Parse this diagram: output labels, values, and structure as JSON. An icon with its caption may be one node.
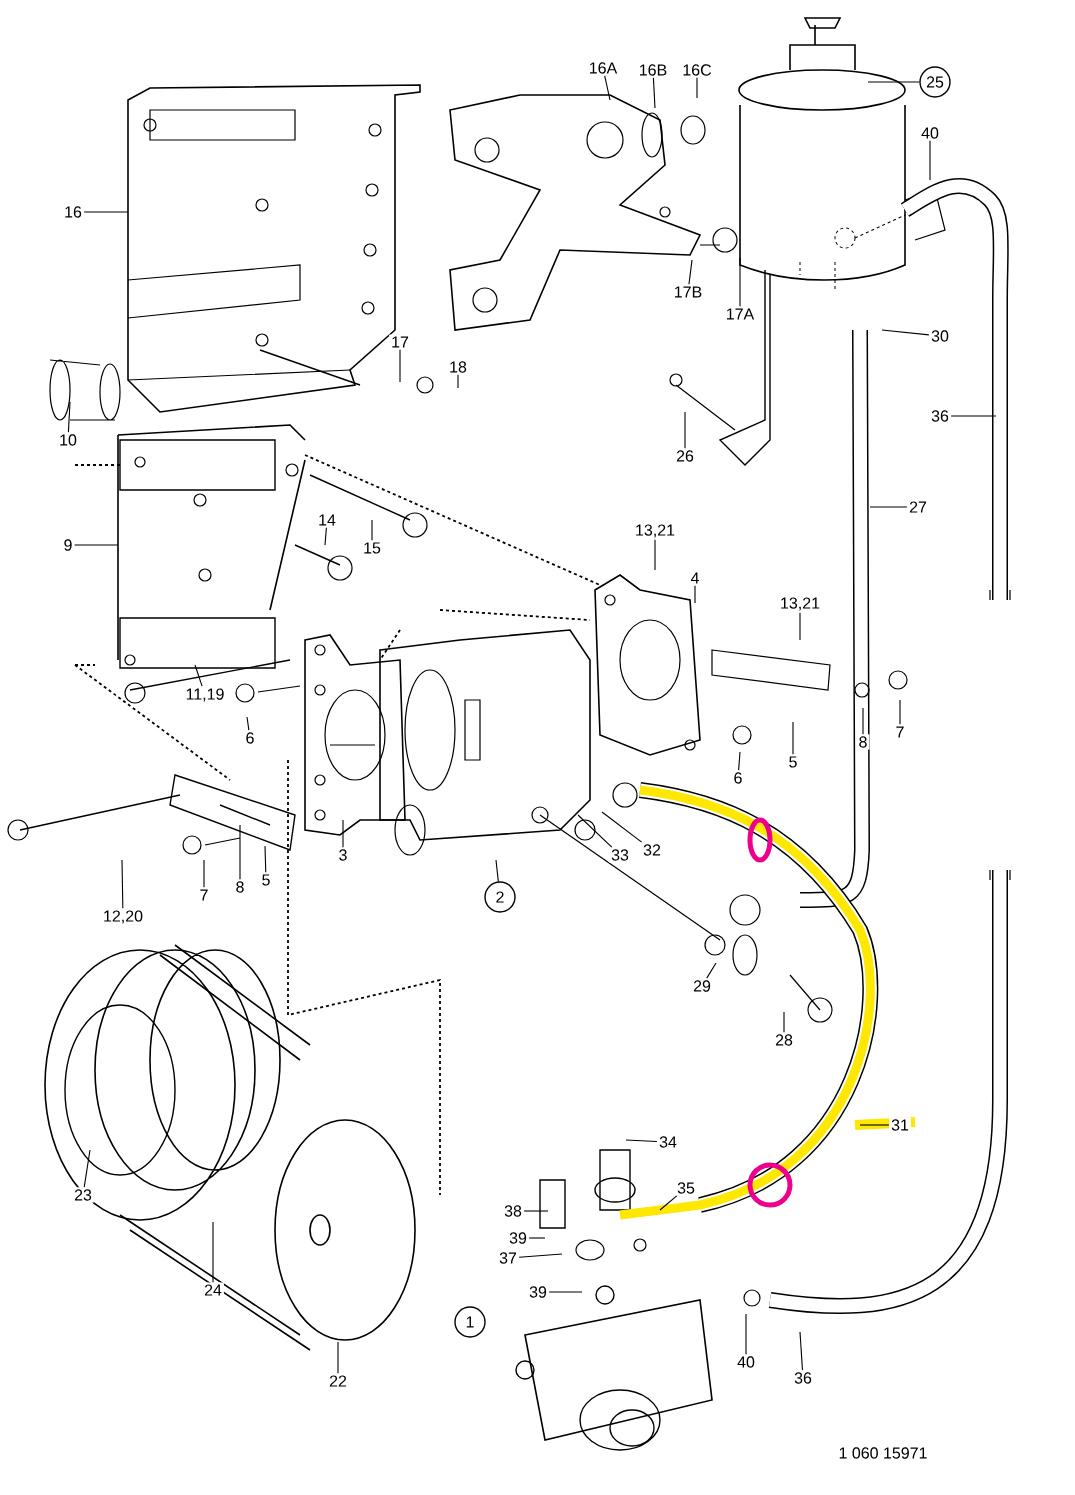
{
  "diagram": {
    "nodes": [
      {
        "text": [
          "16A"
        ]
      },
      {
        "text": [
          "16B"
        ]
      },
      {
        "text": [
          "16C"
        ]
      },
      {
        "text": [
          "25"
        ]
      },
      {
        "text": [
          "40"
        ]
      },
      {
        "text": [
          "16"
        ]
      },
      {
        "text": [
          "17B"
        ]
      },
      {
        "text": [
          "17A"
        ]
      },
      {
        "text": [
          "30"
        ]
      },
      {
        "text": [
          "17"
        ]
      },
      {
        "text": [
          "18"
        ]
      },
      {
        "text": [
          "36"
        ]
      },
      {
        "text": [
          "10"
        ]
      },
      {
        "text": [
          "26"
        ]
      },
      {
        "text": [
          "27"
        ]
      },
      {
        "text": [
          "14"
        ]
      },
      {
        "text": [
          "13,21"
        ]
      },
      {
        "text": [
          "9"
        ]
      },
      {
        "text": [
          "15"
        ]
      },
      {
        "text": [
          "4"
        ]
      },
      {
        "text": [
          "13,21"
        ]
      },
      {
        "text": [
          "11,19"
        ]
      },
      {
        "text": [
          "6"
        ]
      },
      {
        "text": [
          "7"
        ]
      },
      {
        "text": [
          "8"
        ]
      },
      {
        "text": [
          "6"
        ]
      },
      {
        "text": [
          "5"
        ]
      },
      {
        "text": [
          "33"
        ]
      },
      {
        "text": [
          "32"
        ]
      },
      {
        "text": [
          "3"
        ]
      },
      {
        "text": [
          "7"
        ]
      },
      {
        "text": [
          "8"
        ]
      },
      {
        "text": [
          "5"
        ]
      },
      {
        "text": [
          "2"
        ]
      },
      {
        "text": [
          "12,20"
        ]
      },
      {
        "text": [
          "29"
        ]
      },
      {
        "text": [
          "28"
        ]
      },
      {
        "text": [
          "31"
        ]
      },
      {
        "text": [
          "34"
        ]
      },
      {
        "text": [
          "35"
        ]
      },
      {
        "text": [
          "38"
        ]
      },
      {
        "text": [
          "39"
        ]
      },
      {
        "text": [
          "37"
        ]
      },
      {
        "text": [
          "39"
        ]
      },
      {
        "text": [
          "1"
        ]
      },
      {
        "text": [
          "40"
        ]
      },
      {
        "text": [
          "36"
        ]
      },
      {
        "text": [
          "23"
        ]
      },
      {
        "text": [
          "24"
        ]
      },
      {
        "text": [
          "22"
        ]
      }
    ],
    "edges": [
      {
        "from": 0,
        "to": null,
        "arrow": "none"
      },
      {
        "from": 1,
        "to": null,
        "arrow": "none"
      },
      {
        "from": 2,
        "to": null,
        "arrow": "none"
      },
      {
        "from": 3,
        "to": null,
        "arrow": "none"
      },
      {
        "from": 4,
        "to": null,
        "arrow": "none"
      },
      {
        "from": 5,
        "to": null,
        "arrow": "none"
      },
      {
        "from": 6,
        "to": null,
        "arrow": "none"
      },
      {
        "from": 7,
        "to": null,
        "arrow": "none"
      },
      {
        "from": 8,
        "to": null,
        "arrow": "none"
      },
      {
        "from": 9,
        "to": null,
        "arrow": "none"
      },
      {
        "from": 10,
        "to": null,
        "arrow": "none"
      },
      {
        "from": 11,
        "to": null,
        "arrow": "none"
      },
      {
        "from": 12,
        "to": null,
        "arrow": "none"
      },
      {
        "from": 13,
        "to": null,
        "arrow": "none"
      },
      {
        "from": 14,
        "to": null,
        "arrow": "none"
      },
      {
        "from": 15,
        "to": null,
        "arrow": "none"
      },
      {
        "from": 16,
        "to": null,
        "arrow": "none"
      },
      {
        "from": 17,
        "to": null,
        "arrow": "none"
      },
      {
        "from": 18,
        "to": null,
        "arrow": "none"
      },
      {
        "from": 19,
        "to": null,
        "arrow": "none"
      },
      {
        "from": 20,
        "to": null,
        "arrow": "none"
      },
      {
        "from": 21,
        "to": null,
        "arrow": "none"
      },
      {
        "from": 22,
        "to": null,
        "arrow": "none"
      },
      {
        "from": 23,
        "to": null,
        "arrow": "none"
      },
      {
        "from": 24,
        "to": null,
        "arrow": "none"
      },
      {
        "from": 25,
        "to": null,
        "arrow": "none"
      },
      {
        "from": 26,
        "to": null,
        "arrow": "none"
      },
      {
        "from": 27,
        "to": null,
        "arrow": "none"
      },
      {
        "from": 28,
        "to": null,
        "arrow": "none"
      },
      {
        "from": 29,
        "to": null,
        "arrow": "none"
      },
      {
        "from": 30,
        "to": null,
        "arrow": "none"
      },
      {
        "from": 31,
        "to": null,
        "arrow": "none"
      },
      {
        "from": 32,
        "to": null,
        "arrow": "none"
      },
      {
        "from": 33,
        "to": null,
        "arrow": "none"
      },
      {
        "from": 34,
        "to": null,
        "arrow": "none"
      },
      {
        "from": 35,
        "to": null,
        "arrow": "none"
      },
      {
        "from": 36,
        "to": null,
        "arrow": "none"
      },
      {
        "from": 37,
        "to": null,
        "arrow": "none"
      },
      {
        "from": 38,
        "to": null,
        "arrow": "none"
      },
      {
        "from": 39,
        "to": null,
        "arrow": "none"
      },
      {
        "from": 40,
        "to": null,
        "arrow": "none"
      },
      {
        "from": 41,
        "to": null,
        "arrow": "none"
      },
      {
        "from": 42,
        "to": null,
        "arrow": "none"
      },
      {
        "from": 43,
        "to": null,
        "arrow": "none"
      },
      {
        "from": 45,
        "to": null,
        "arrow": "none"
      },
      {
        "from": 46,
        "to": null,
        "arrow": "none"
      },
      {
        "from": 47,
        "to": null,
        "arrow": "none"
      },
      {
        "from": 48,
        "to": null,
        "arrow": "none"
      },
      {
        "from": 49,
        "to": null,
        "arrow": "none"
      }
    ],
    "labels": [
      "1 060 15971"
    ]
  }
}
